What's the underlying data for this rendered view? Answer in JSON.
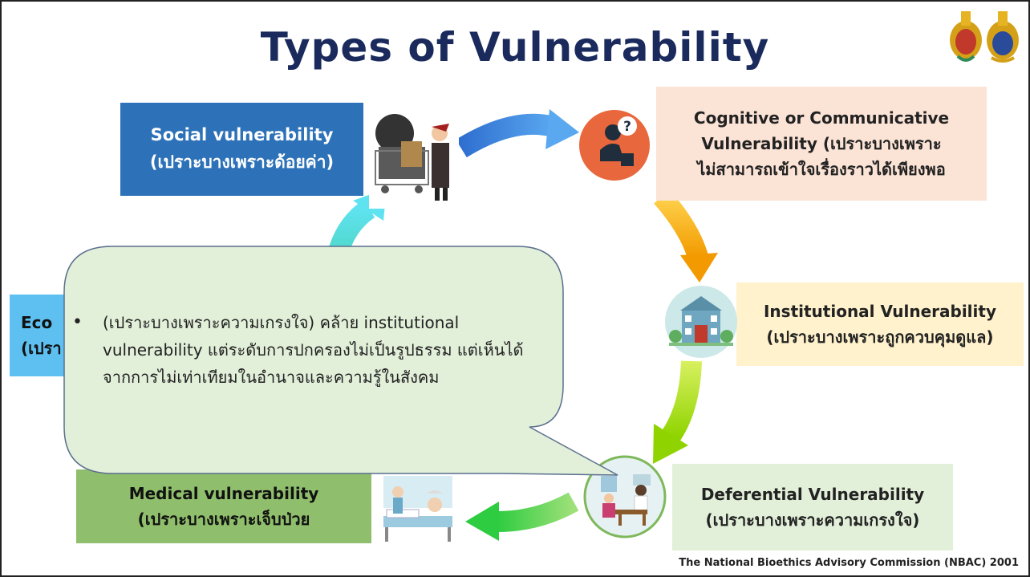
{
  "slide": {
    "title": "Types of Vulnerability",
    "footer": "The National Bioethics Advisory Commission (NBAC) 2001"
  },
  "boxes": {
    "social": [
      "Social vulnerability",
      "(เปราะบางเพราะด้อยค่า)"
    ],
    "cognitive": [
      "Cognitive or Communicative",
      "Vulnerability (เปราะบางเพราะ",
      "ไม่สามารถเข้าใจเรื่องราวได้เพียงพอ"
    ],
    "institutional": [
      "Institutional Vulnerability",
      "(เปราะบางเพราะถูกควบคุมดูแล)"
    ],
    "deferential": [
      "Deferential Vulnerability",
      "(เปราะบางเพราะความเกรงใจ)"
    ],
    "medical": [
      "Medical vulnerability",
      "(เปราะบางเพราะเจ็บป่วย"
    ],
    "economic_partial": [
      "Eco",
      "(เปรา"
    ]
  },
  "callout": {
    "bullet": "•",
    "text": "(เปราะบางเพราะความเกรงใจ) คล้าย institutional vulnerability แต่ระดับการปกครองไม่เป็นรูปธรรม แต่เห็นได้จากการไม่เท่าเทียมในอำนาจและความรู้ในสังคม"
  },
  "images": {
    "social": "shopping-cart-illustration",
    "cognitive": "confused-person-icon",
    "institutional": "institution-building-icon",
    "deferential": "doctor-office-illustration",
    "medical": "hospital-bed-illustration",
    "emblems": "thai-royal-emblems"
  },
  "colors": {
    "title": "#1a2a5c",
    "social_box": "#2d72b8",
    "cognitive_box": "#fbe3d6",
    "institutional_box": "#fff2cc",
    "deferential_box": "#e2f0d9",
    "medical_box": "#8fbf6c",
    "economic_box": "#5ec0f0",
    "callout_fill": "#e2efd9",
    "callout_border": "#5a6f8e"
  }
}
